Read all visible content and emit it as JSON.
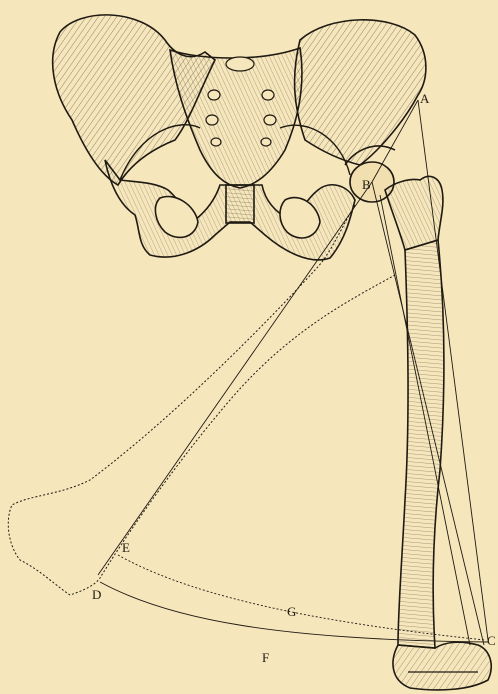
{
  "figure": {
    "subject": "pelvis-and-femur-engraving",
    "background_color": "#f6e6bc",
    "ink_color": "#1f1a12",
    "labels": {
      "A": "A",
      "B": "B",
      "C": "C",
      "D": "D",
      "E": "E",
      "F": "F",
      "G": "G"
    }
  }
}
